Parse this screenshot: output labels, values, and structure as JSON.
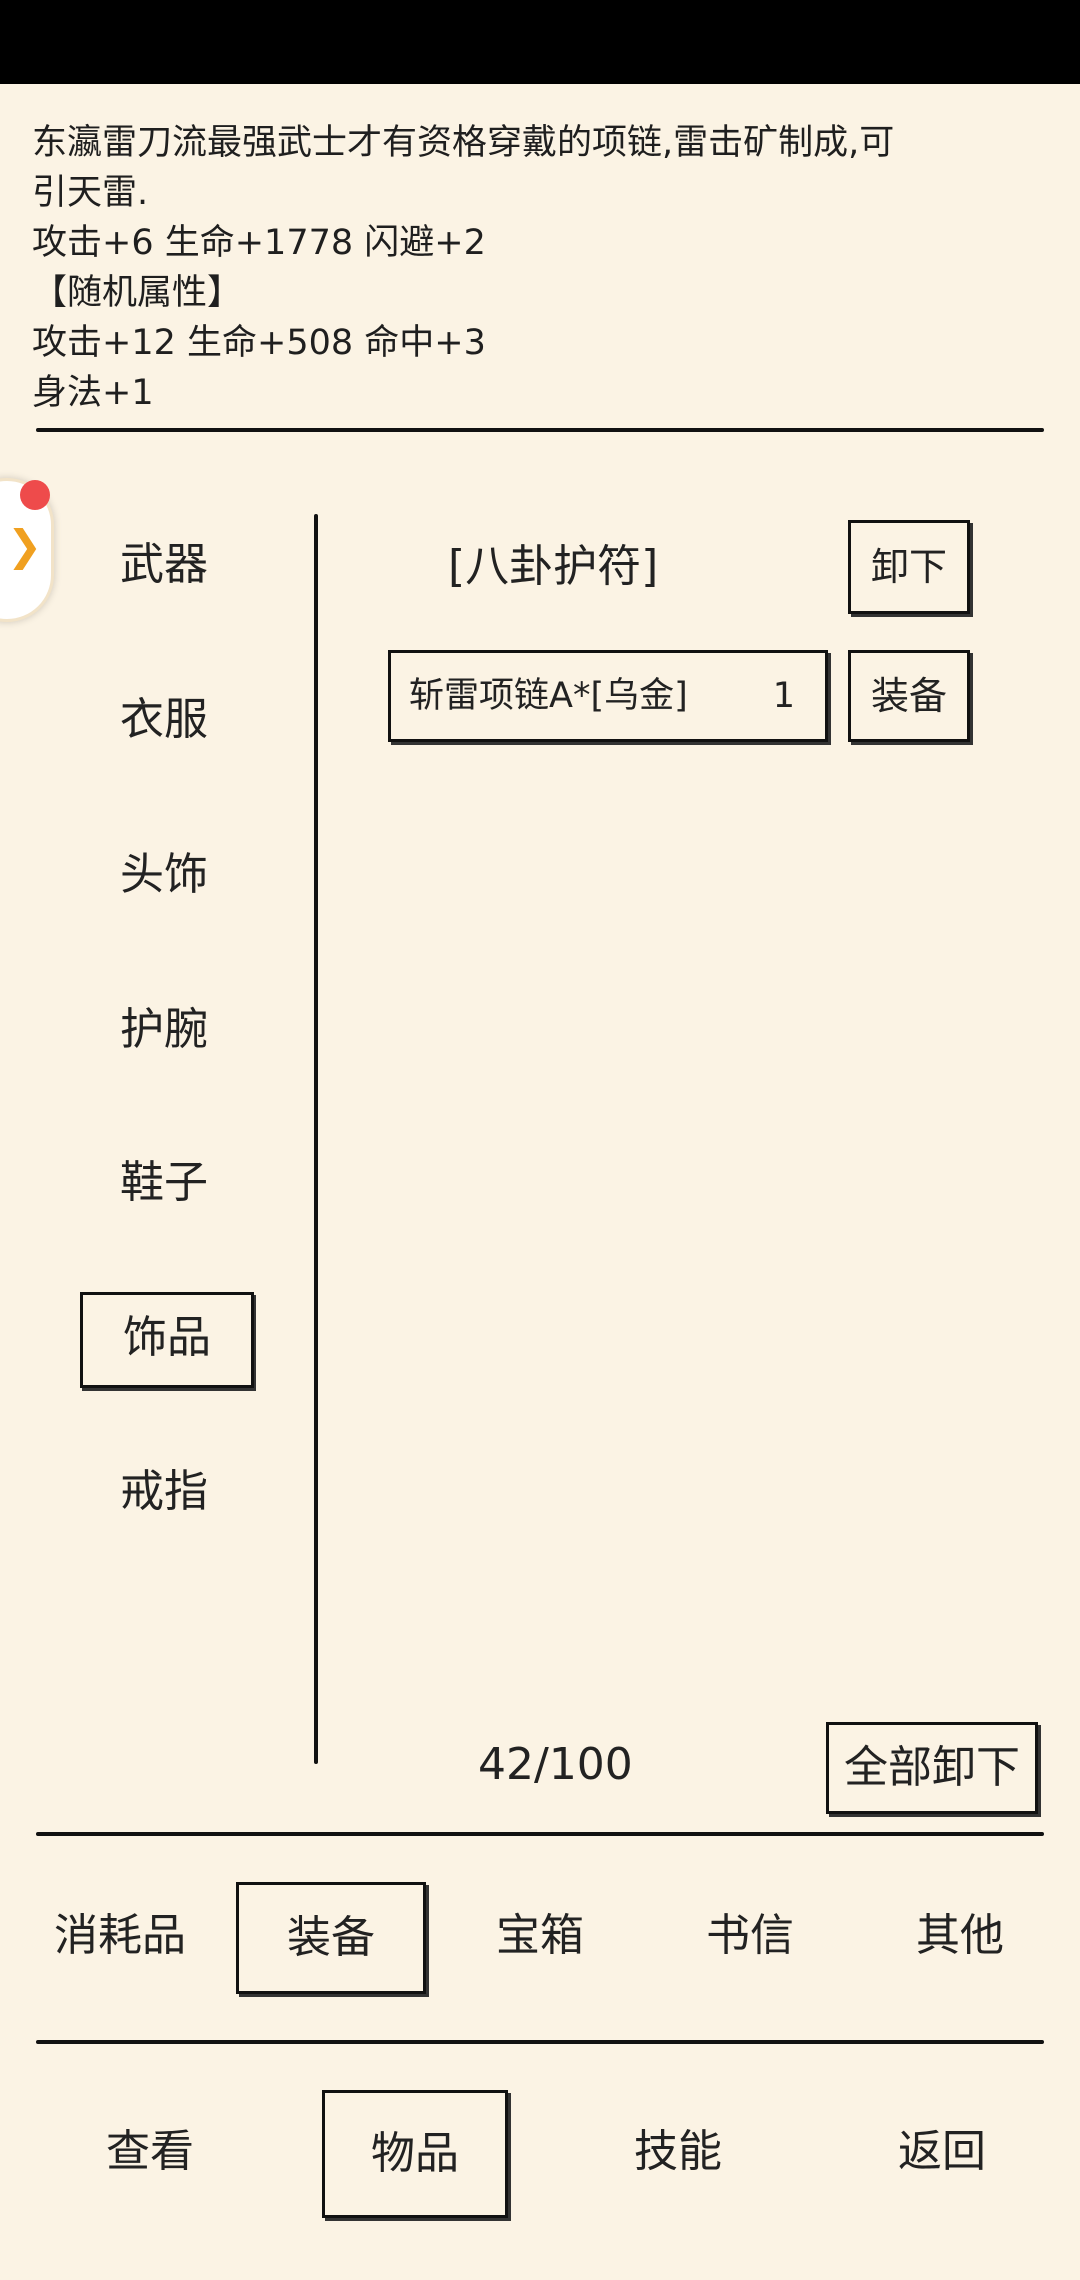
{
  "description": {
    "lines": [
      "东瀛雷刀流最强武士才有资格穿戴的项链,雷击矿制成,可",
      "引天雷.",
      "攻击+6 生命+1778 闪避+2",
      "【随机属性】",
      "攻击+12 生命+508 命中+3",
      "身法+1"
    ]
  },
  "sidebar": {
    "categories": [
      {
        "label": "武器"
      },
      {
        "label": "衣服"
      },
      {
        "label": "头饰"
      },
      {
        "label": "护腕"
      },
      {
        "label": "鞋子"
      },
      {
        "label": "饰品",
        "selected": true
      },
      {
        "label": "戒指"
      }
    ]
  },
  "equipped": {
    "name": "[八卦护符]",
    "unequip_label": "卸下"
  },
  "items": [
    {
      "name": "斩雷项链A*[乌金]",
      "count": "1",
      "action_label": "装备"
    }
  ],
  "capacity": "42/100",
  "unequip_all_label": "全部卸下",
  "inventory_tabs": [
    {
      "label": "消耗品"
    },
    {
      "label": "装备",
      "selected": true
    },
    {
      "label": "宝箱"
    },
    {
      "label": "书信"
    },
    {
      "label": "其他"
    }
  ],
  "bottom_nav": [
    {
      "label": "查看"
    },
    {
      "label": "物品",
      "selected": true
    },
    {
      "label": "技能"
    },
    {
      "label": "返回"
    }
  ],
  "floating_button": {
    "icon": "chevron-right-icon",
    "badge_color": "#ee4b4b",
    "arrow_color": "#f0a020"
  }
}
